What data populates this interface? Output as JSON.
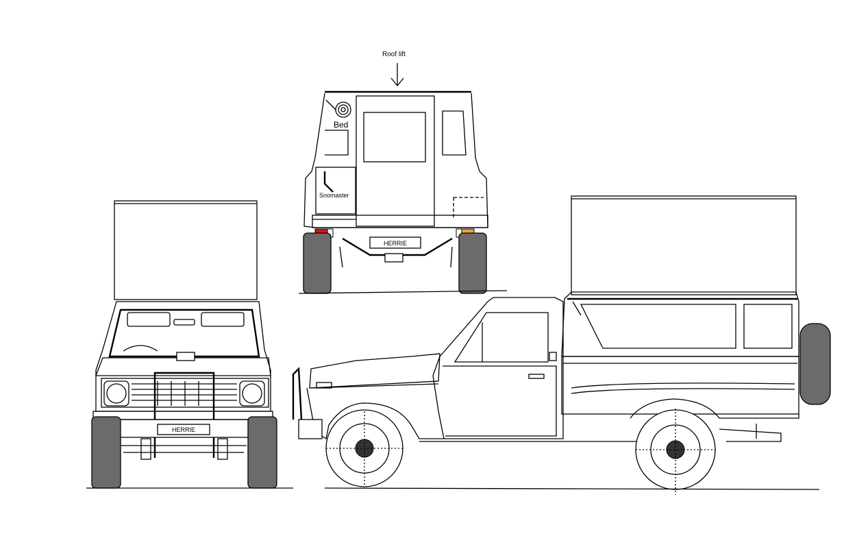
{
  "labels": {
    "roof_lift": "Roof lift",
    "bed": "Bed",
    "snomaster": "Snomaster"
  },
  "plates": {
    "rear": "HERRIE",
    "front": "HERRIE"
  },
  "colors": {
    "tyre": "#6b6b6b",
    "tail_light_red": "#e01010",
    "tail_light_amber": "#f0a040",
    "line": "#000000",
    "background": "#ffffff"
  }
}
